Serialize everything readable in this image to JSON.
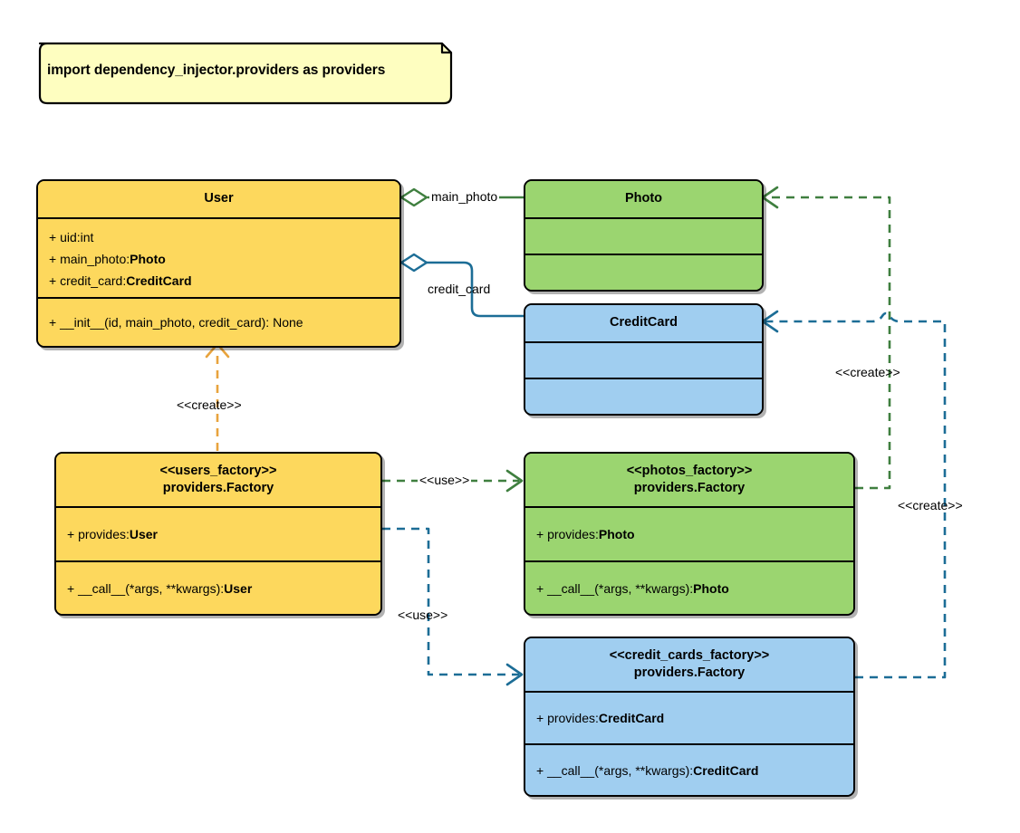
{
  "diagram": {
    "type": "uml-class-diagram",
    "title": "",
    "colors": {
      "yellow_fill": "#FDD85D",
      "green_fill": "#9BD570",
      "blue_fill": "#A0CEF0",
      "note_fill": "#FEFEC0",
      "border": "#000000",
      "green_edge": "#3F7F3F",
      "blue_edge": "#1C6D96",
      "orange_edge": "#E8A33D"
    }
  },
  "note": {
    "text": "import dependency_injector.providers as providers"
  },
  "classes": [
    {
      "id": "user",
      "stereotype": "",
      "name": "User",
      "color": "yellow",
      "attributes": [
        {
          "visibility": "+",
          "text": "+ uid: ",
          "type": "int",
          "type_bold": false
        },
        {
          "visibility": "+",
          "text": "+ main_photo: ",
          "type": "Photo",
          "type_bold": true
        },
        {
          "visibility": "+",
          "text": "+ credit_card: ",
          "type": "CreditCard",
          "type_bold": true
        }
      ],
      "methods": [
        {
          "text": "+ __init__(id, main_photo, credit_card): None"
        }
      ]
    },
    {
      "id": "photo",
      "stereotype": "",
      "name": "Photo",
      "color": "green",
      "attributes": [],
      "methods": []
    },
    {
      "id": "credit_card",
      "stereotype": "",
      "name": "CreditCard",
      "color": "blue",
      "attributes": [],
      "methods": []
    },
    {
      "id": "users_factory",
      "stereotype": "<<users_factory>>",
      "name": "providers.Factory",
      "color": "yellow",
      "attributes": [
        {
          "text": "+ provides: ",
          "type": "User",
          "type_bold": true
        }
      ],
      "methods": [
        {
          "text": "+ __call__(*args, **kwargs): ",
          "type": "User",
          "type_bold": true
        }
      ]
    },
    {
      "id": "photos_factory",
      "stereotype": "<<photos_factory>>",
      "name": "providers.Factory",
      "color": "green",
      "attributes": [
        {
          "text": "+ provides: ",
          "type": "Photo",
          "type_bold": true
        }
      ],
      "methods": [
        {
          "text": "+ __call__(*args, **kwargs): ",
          "type": "Photo",
          "type_bold": true
        }
      ]
    },
    {
      "id": "credit_cards_factory",
      "stereotype": "<<credit_cards_factory>>",
      "name": "providers.Factory",
      "color": "blue",
      "attributes": [
        {
          "text": "+ provides: ",
          "type": "CreditCard",
          "type_bold": true
        }
      ],
      "methods": [
        {
          "text": "+ __call__(*args, **kwargs): ",
          "type": "CreditCard",
          "type_bold": true
        }
      ]
    }
  ],
  "edges": [
    {
      "id": "user-photo",
      "from": "user",
      "to": "photo",
      "kind": "aggregation",
      "label": "main_photo",
      "color": "#3F7F3F"
    },
    {
      "id": "user-creditcard",
      "from": "user",
      "to": "credit_card",
      "kind": "aggregation",
      "label": "credit_card",
      "color": "#1C6D96"
    },
    {
      "id": "usersfactory-user",
      "from": "users_factory",
      "to": "user",
      "kind": "dependency",
      "label": "<<create>>",
      "color": "#E8A33D"
    },
    {
      "id": "usersfactory-photosf",
      "from": "users_factory",
      "to": "photos_factory",
      "kind": "dependency",
      "label": "<<use>>",
      "color": "#3F7F3F"
    },
    {
      "id": "usersfactory-ccf",
      "from": "users_factory",
      "to": "credit_cards_factory",
      "kind": "dependency",
      "label": "<<use>>",
      "color": "#1C6D96"
    },
    {
      "id": "photosfactory-photo",
      "from": "photos_factory",
      "to": "photo",
      "kind": "dependency",
      "label": "<<create>>",
      "color": "#3F7F3F"
    },
    {
      "id": "ccfactory-creditcard",
      "from": "credit_cards_factory",
      "to": "credit_card",
      "kind": "dependency",
      "label": "<<create>>",
      "color": "#1C6D96"
    }
  ]
}
